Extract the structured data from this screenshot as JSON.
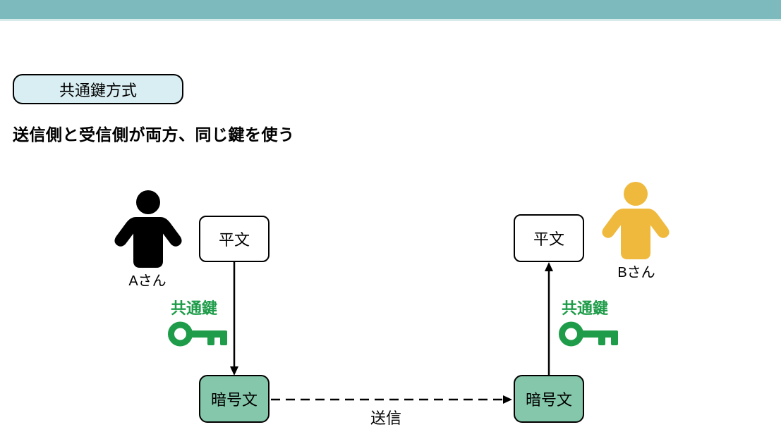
{
  "colors": {
    "top_bar": "#7cbabd",
    "top_bar_edge": "#d8ebeb",
    "badge_bg": "#d9eef2",
    "cipher_bg": "#85c7ab",
    "key_green": "#1e9c49",
    "receiver_orange": "#efb93d",
    "ink": "#000000",
    "paper": "#ffffff"
  },
  "header": {
    "method": "共通鍵方式",
    "subtitle": "送信側と受信側が両方、同じ鍵を使う"
  },
  "diagram": {
    "sender": {
      "label": "Aさん"
    },
    "receiver": {
      "label": "Bさん"
    },
    "left_plaintext": "平文",
    "left_ciphertext": "暗号文",
    "left_key_label": "共通鍵",
    "right_plaintext": "平文",
    "right_ciphertext": "暗号文",
    "right_key_label": "共通鍵",
    "transmission": "送信"
  }
}
